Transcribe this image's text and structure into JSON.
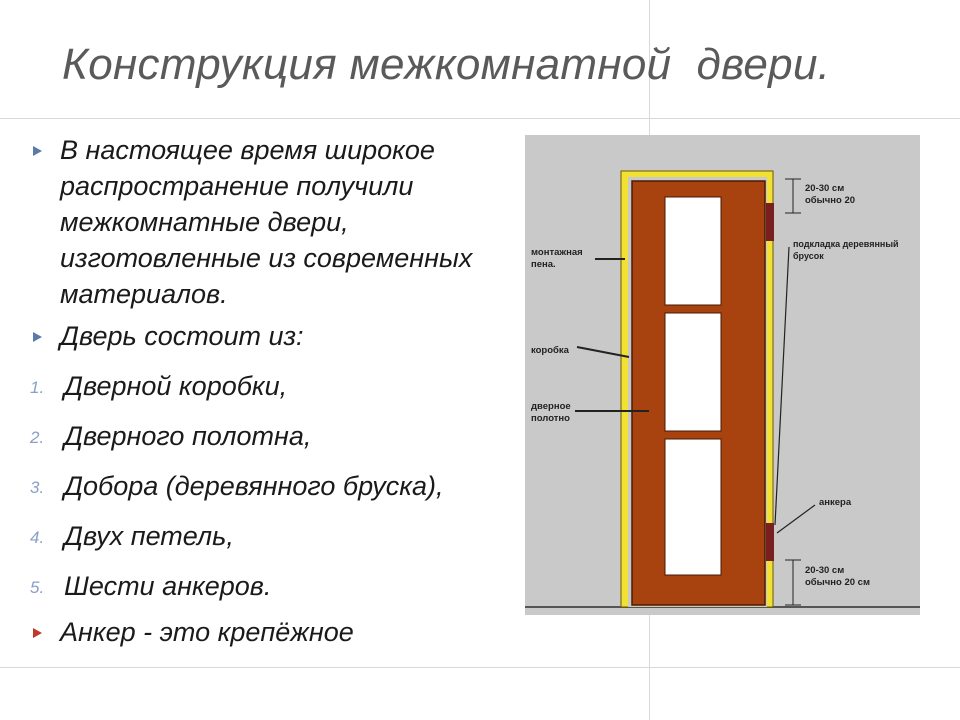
{
  "slide": {
    "title": "Конструкция межкомнатной  двери.",
    "bullets": [
      {
        "text": "В настоящее время широкое распространение получили межкомнатные двери, изготовленные из современных материалов."
      },
      {
        "text": "Дверь состоит из:"
      }
    ],
    "list": [
      {
        "num": "1.",
        "text": "Дверной коробки,"
      },
      {
        "num": "2.",
        "text": "Дверного полотна,"
      },
      {
        "num": "3.",
        "text": "Добора (деревянного бруска),"
      },
      {
        "num": "4.",
        "text": "Двух петель,"
      },
      {
        "num": "5.",
        "text": "Шести  анкеров."
      }
    ],
    "last_bullet": "Анкер - это крепёжное"
  },
  "diagram": {
    "labels": {
      "foam": "монтажная пена.",
      "frame": "коробка",
      "leaf": "дверное полотно",
      "top_gap": "20-30 см обычно 20",
      "bottom_gap": "20-30 см обычно 20 см",
      "block": "подкладка деревянный брусок",
      "anchors": "анкера"
    },
    "colors": {
      "wall": "#c9c9c9",
      "frame": "#f2e033",
      "leaf": "#a8420e",
      "glass": "#ffffff",
      "hinge": "#7a1f1f",
      "accent": "#5b7aa8"
    }
  }
}
